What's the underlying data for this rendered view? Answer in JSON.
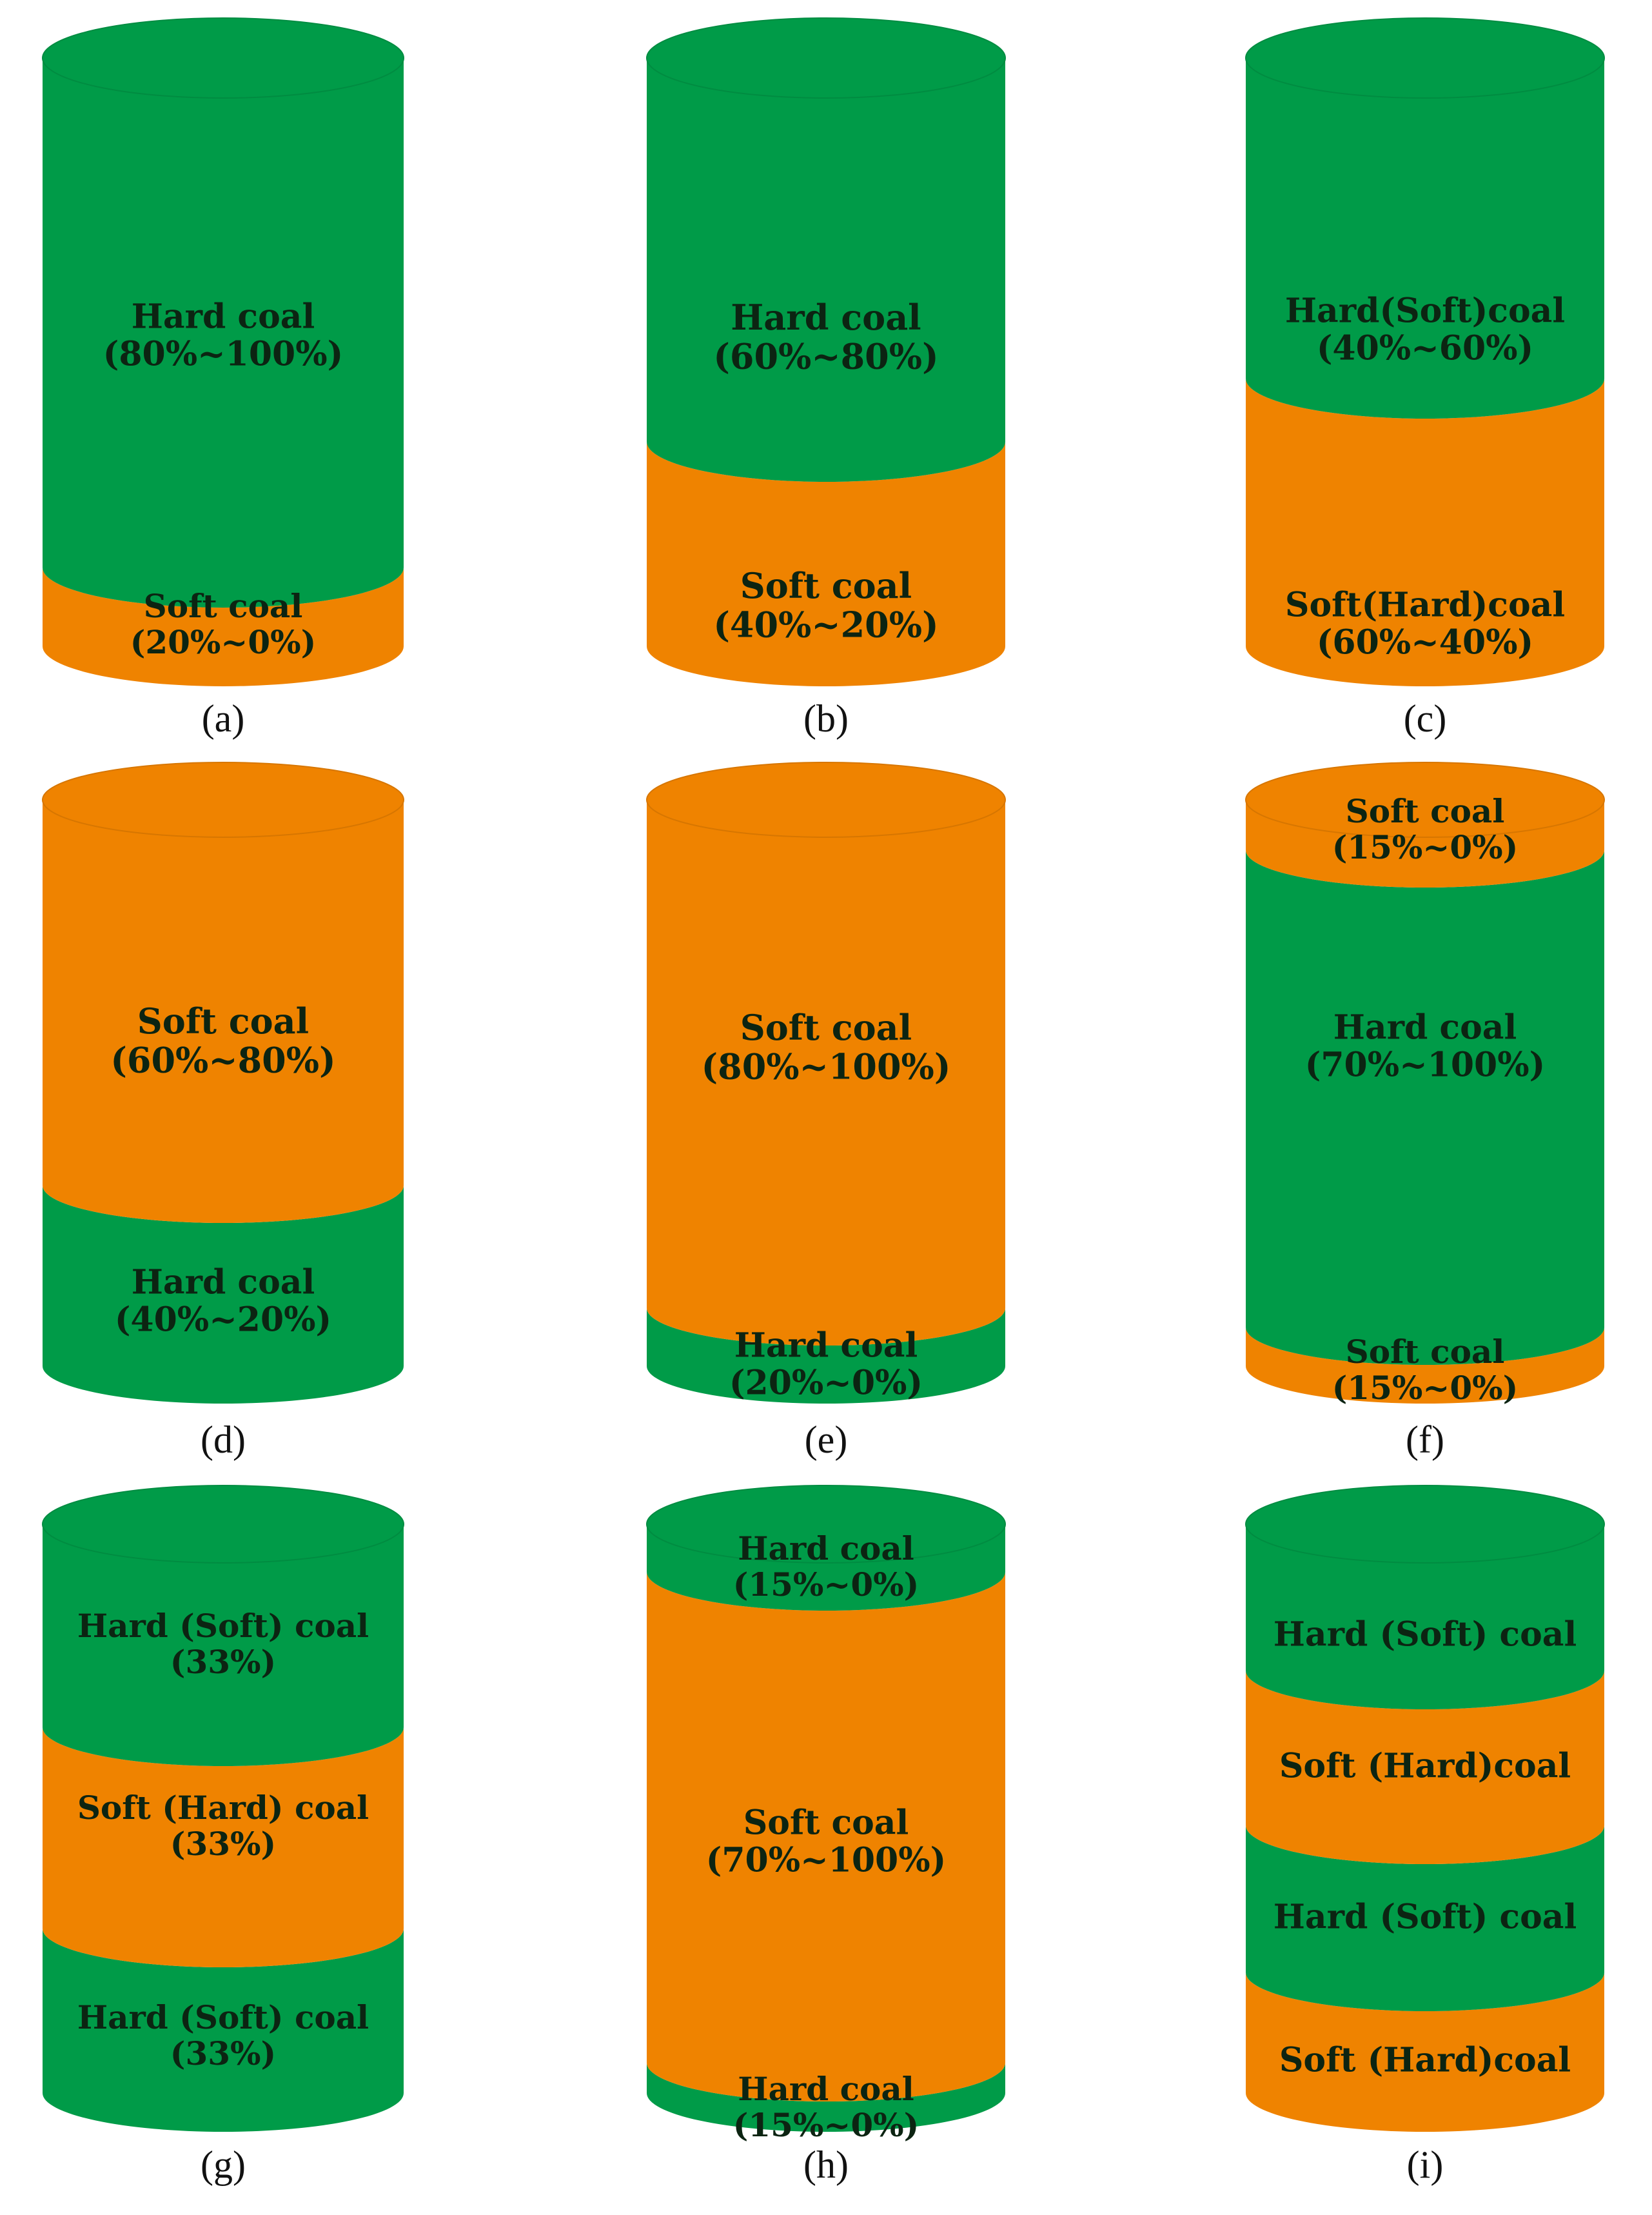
{
  "colors": {
    "hard": "#009b48",
    "soft": "#ef8300"
  },
  "panels": [
    {
      "caption": "(a)",
      "segments": [
        {
          "material": "hard",
          "lines": [
            "Hard coal",
            "(80%~100%)"
          ]
        },
        {
          "material": "soft",
          "lines": [
            "Soft coal",
            "(20%~0%)"
          ]
        }
      ]
    },
    {
      "caption": "(b)",
      "segments": [
        {
          "material": "hard",
          "lines": [
            "Hard coal",
            "(60%~80%)"
          ]
        },
        {
          "material": "soft",
          "lines": [
            "Soft coal",
            "(40%~20%)"
          ]
        }
      ]
    },
    {
      "caption": "(c)",
      "segments": [
        {
          "material": "hard",
          "lines": [
            "Hard(Soft)coal",
            "(40%~60%)"
          ]
        },
        {
          "material": "soft",
          "lines": [
            "Soft(Hard)coal",
            "(60%~40%)"
          ]
        }
      ]
    },
    {
      "caption": "(d)",
      "segments": [
        {
          "material": "soft",
          "lines": [
            "Soft coal",
            "(60%~80%)"
          ]
        },
        {
          "material": "hard",
          "lines": [
            "Hard coal",
            "(40%~20%)"
          ]
        }
      ]
    },
    {
      "caption": "(e)",
      "segments": [
        {
          "material": "soft",
          "lines": [
            "Soft coal",
            "(80%~100%)"
          ]
        },
        {
          "material": "hard",
          "lines": [
            "Hard coal",
            "(20%~0%)"
          ]
        }
      ]
    },
    {
      "caption": "(f)",
      "segments": [
        {
          "material": "soft",
          "lines": [
            "Soft coal",
            "(15%~0%)"
          ]
        },
        {
          "material": "hard",
          "lines": [
            "Hard coal",
            "(70%~100%)"
          ]
        },
        {
          "material": "soft",
          "lines": [
            "Soft coal",
            "(15%~0%)"
          ]
        }
      ]
    },
    {
      "caption": "(g)",
      "segments": [
        {
          "material": "hard",
          "lines": [
            "Hard (Soft) coal",
            "(33%)"
          ]
        },
        {
          "material": "soft",
          "lines": [
            "Soft (Hard) coal",
            "(33%)"
          ]
        },
        {
          "material": "hard",
          "lines": [
            "Hard (Soft) coal",
            "(33%)"
          ]
        }
      ]
    },
    {
      "caption": "(h)",
      "segments": [
        {
          "material": "hard",
          "lines": [
            "Hard coal",
            "(15%~0%)"
          ]
        },
        {
          "material": "soft",
          "lines": [
            "Soft coal",
            "(70%~100%)"
          ]
        },
        {
          "material": "hard",
          "lines": [
            "Hard coal",
            "(15%~0%)"
          ]
        }
      ]
    },
    {
      "caption": "(i)",
      "segments": [
        {
          "material": "hard",
          "lines": [
            "Hard (Soft)  coal"
          ]
        },
        {
          "material": "soft",
          "lines": [
            "Soft (Hard)coal"
          ]
        },
        {
          "material": "hard",
          "lines": [
            "Hard (Soft)  coal"
          ]
        },
        {
          "material": "soft",
          "lines": [
            "Soft (Hard)coal"
          ]
        }
      ]
    }
  ]
}
